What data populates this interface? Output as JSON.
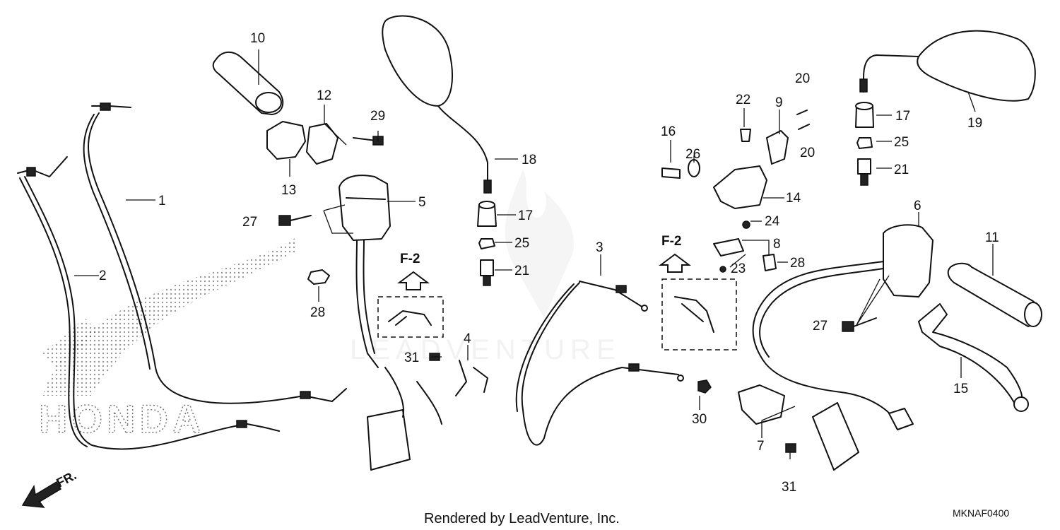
{
  "footer": {
    "rendered_by": "Rendered by LeadVenture, Inc.",
    "diagram_code": "MKNAF0400"
  },
  "watermark": {
    "text": "LEADVENTURE"
  },
  "direction_label": "FR.",
  "views": [
    "F-2",
    "F-2"
  ],
  "callouts": [
    "1",
    "2",
    "3",
    "4",
    "5",
    "6",
    "7",
    "8",
    "9",
    "10",
    "11",
    "12",
    "13",
    "14",
    "15",
    "16",
    "17",
    "17",
    "18",
    "19",
    "20",
    "20",
    "21",
    "21",
    "22",
    "23",
    "24",
    "25",
    "25",
    "26",
    "27",
    "27",
    "28",
    "28",
    "29",
    "30",
    "31",
    "31"
  ]
}
